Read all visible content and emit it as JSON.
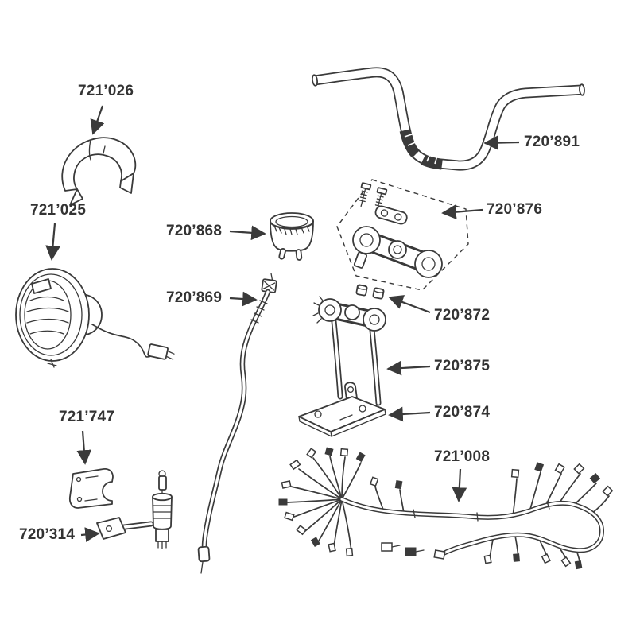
{
  "diagram": {
    "background": "#ffffff",
    "line_color": "#3a3a3a",
    "text_color": "#333333",
    "labels": [
      {
        "part_number": "721’026"
      },
      {
        "part_number": "721’025"
      },
      {
        "part_number": "720’868"
      },
      {
        "part_number": "720’869"
      },
      {
        "part_number": "720’891"
      },
      {
        "part_number": "720’876"
      },
      {
        "part_number": "720’872"
      },
      {
        "part_number": "720’875"
      },
      {
        "part_number": "720’874"
      },
      {
        "part_number": "721’008"
      },
      {
        "part_number": "721’747"
      },
      {
        "part_number": "720’314"
      }
    ]
  }
}
